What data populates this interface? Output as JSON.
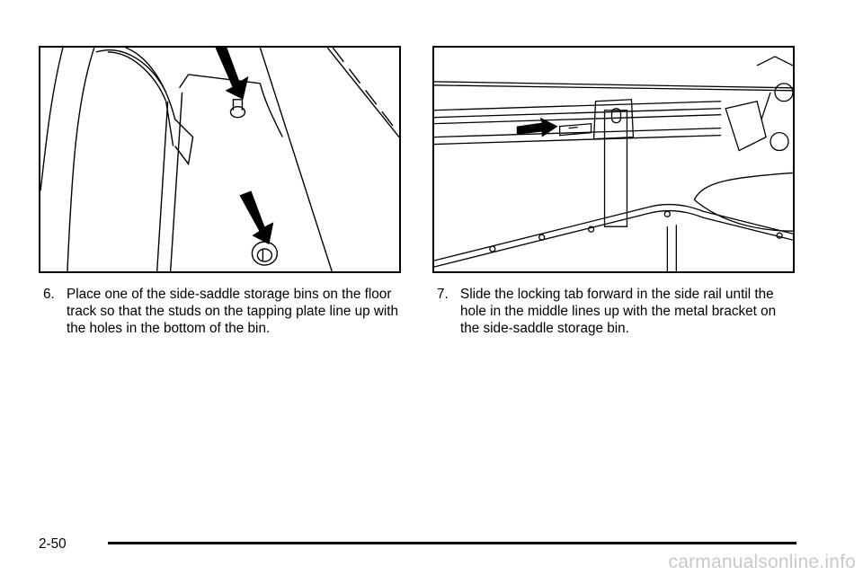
{
  "steps": [
    {
      "number": "6.",
      "text": "Place one of the side-saddle storage bins on the floor track so that the studs on the tapping plate line up with the holes in the bottom of the bin."
    },
    {
      "number": "7.",
      "text": "Slide the locking tab forward in the side rail until the hole in the middle lines up with the metal bracket on the side-saddle storage bin."
    }
  ],
  "page_number": "2-50",
  "watermark": "carmanualsonline.info",
  "figures": {
    "left": {
      "content": "line drawing of floor track with tapping plate studs",
      "icons": [
        "arrow-icon",
        "arrow-icon"
      ]
    },
    "right": {
      "content": "line drawing of side rail, locking tab and bracket",
      "icons": [
        "arrow-icon"
      ]
    }
  },
  "colors": {
    "ink": "#000000",
    "watermark": "#c9c9c9"
  }
}
